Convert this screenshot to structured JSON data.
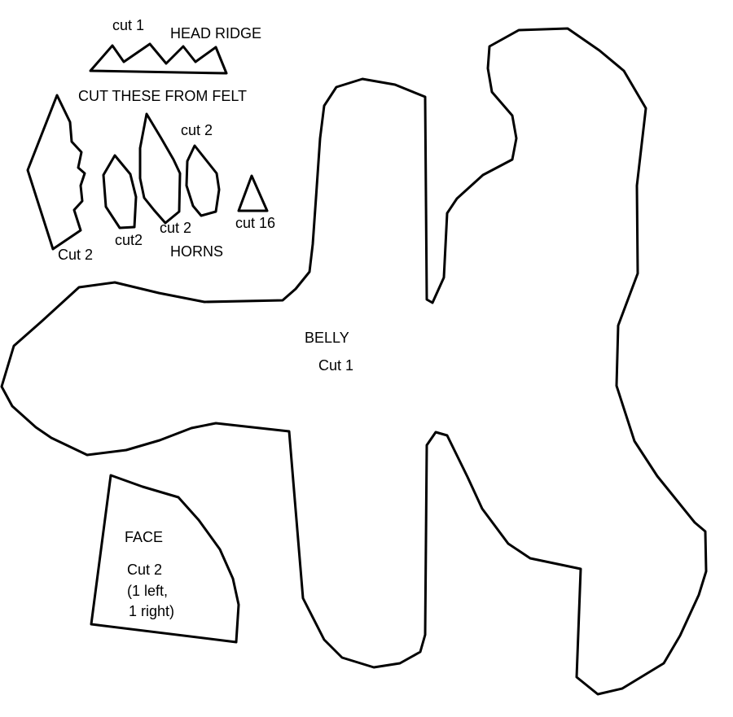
{
  "colors": {
    "background": "#ffffff",
    "outline": "#000000",
    "text": "#000000"
  },
  "labels": {
    "head_ridge_cut": "cut 1",
    "head_ridge_title": "HEAD RIDGE",
    "felt_instruction": "CUT THESE FROM FELT",
    "horn_large_cut": "Cut 2",
    "horn_small_cut": "cut2",
    "horn_tall_cut": "cut 2",
    "horn_medium_cut": "cut 2",
    "spike_cut": "cut 16",
    "horns_title": "HORNS",
    "belly_title": "BELLY",
    "belly_cut": "Cut 1",
    "face_title": "FACE",
    "face_cut": "Cut 2",
    "face_note_line1": "(1 left,",
    "face_note_line2": "1 right)"
  }
}
